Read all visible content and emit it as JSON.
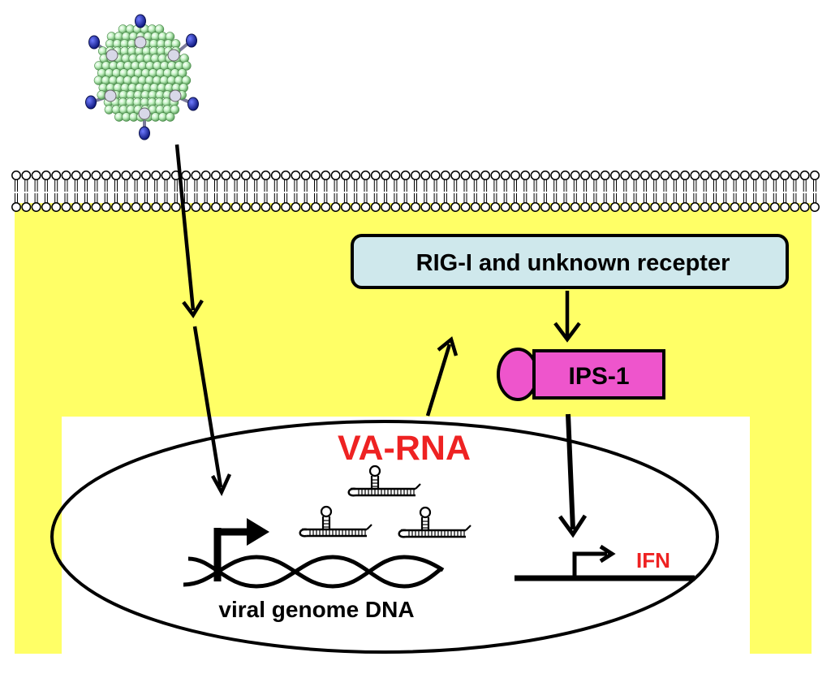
{
  "labels": {
    "receptor": "RIG-I and unknown recepter",
    "adaptor": "IPS-1",
    "va_rna": "VA-RNA",
    "genome": "viral genome DNA",
    "ifn": "IFN"
  },
  "colors": {
    "cytoplasm": "#ffff66",
    "nucleus": "#ffffff",
    "receptor_box": "#cfe8ec",
    "adaptor_box": "#ee55cc",
    "va_rna_text": "#ee2222",
    "ifn_text": "#ee2222",
    "capsid_sphere": "#b8f0b8",
    "fiber_knob": "#1e2aa8",
    "outline": "#000000"
  },
  "icons": {
    "virus": "adenovirus-icon",
    "membrane": "lipid-bilayer",
    "promoter": "promoter-arrow-icon",
    "rna": "stem-loop-rna-icon"
  }
}
